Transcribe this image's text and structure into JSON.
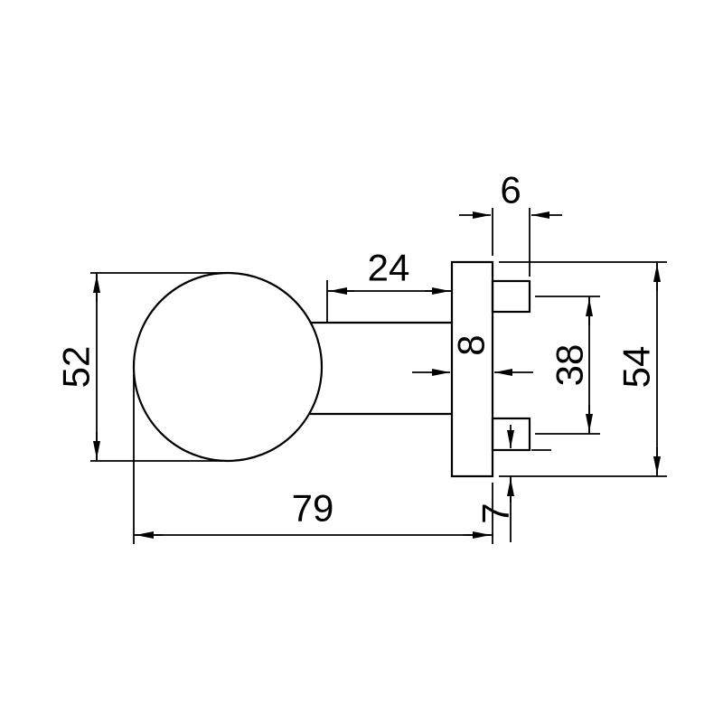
{
  "drawing": {
    "background_color": "#ffffff",
    "line_color": "#000000",
    "dimensions": {
      "ball_diameter": "52",
      "neck_length": "24",
      "stud_length": "6",
      "plate_thickness": "8",
      "stud_spacing": "38",
      "plate_height": "54",
      "overall_length": "79",
      "stud_to_plate_edge": "7"
    }
  }
}
